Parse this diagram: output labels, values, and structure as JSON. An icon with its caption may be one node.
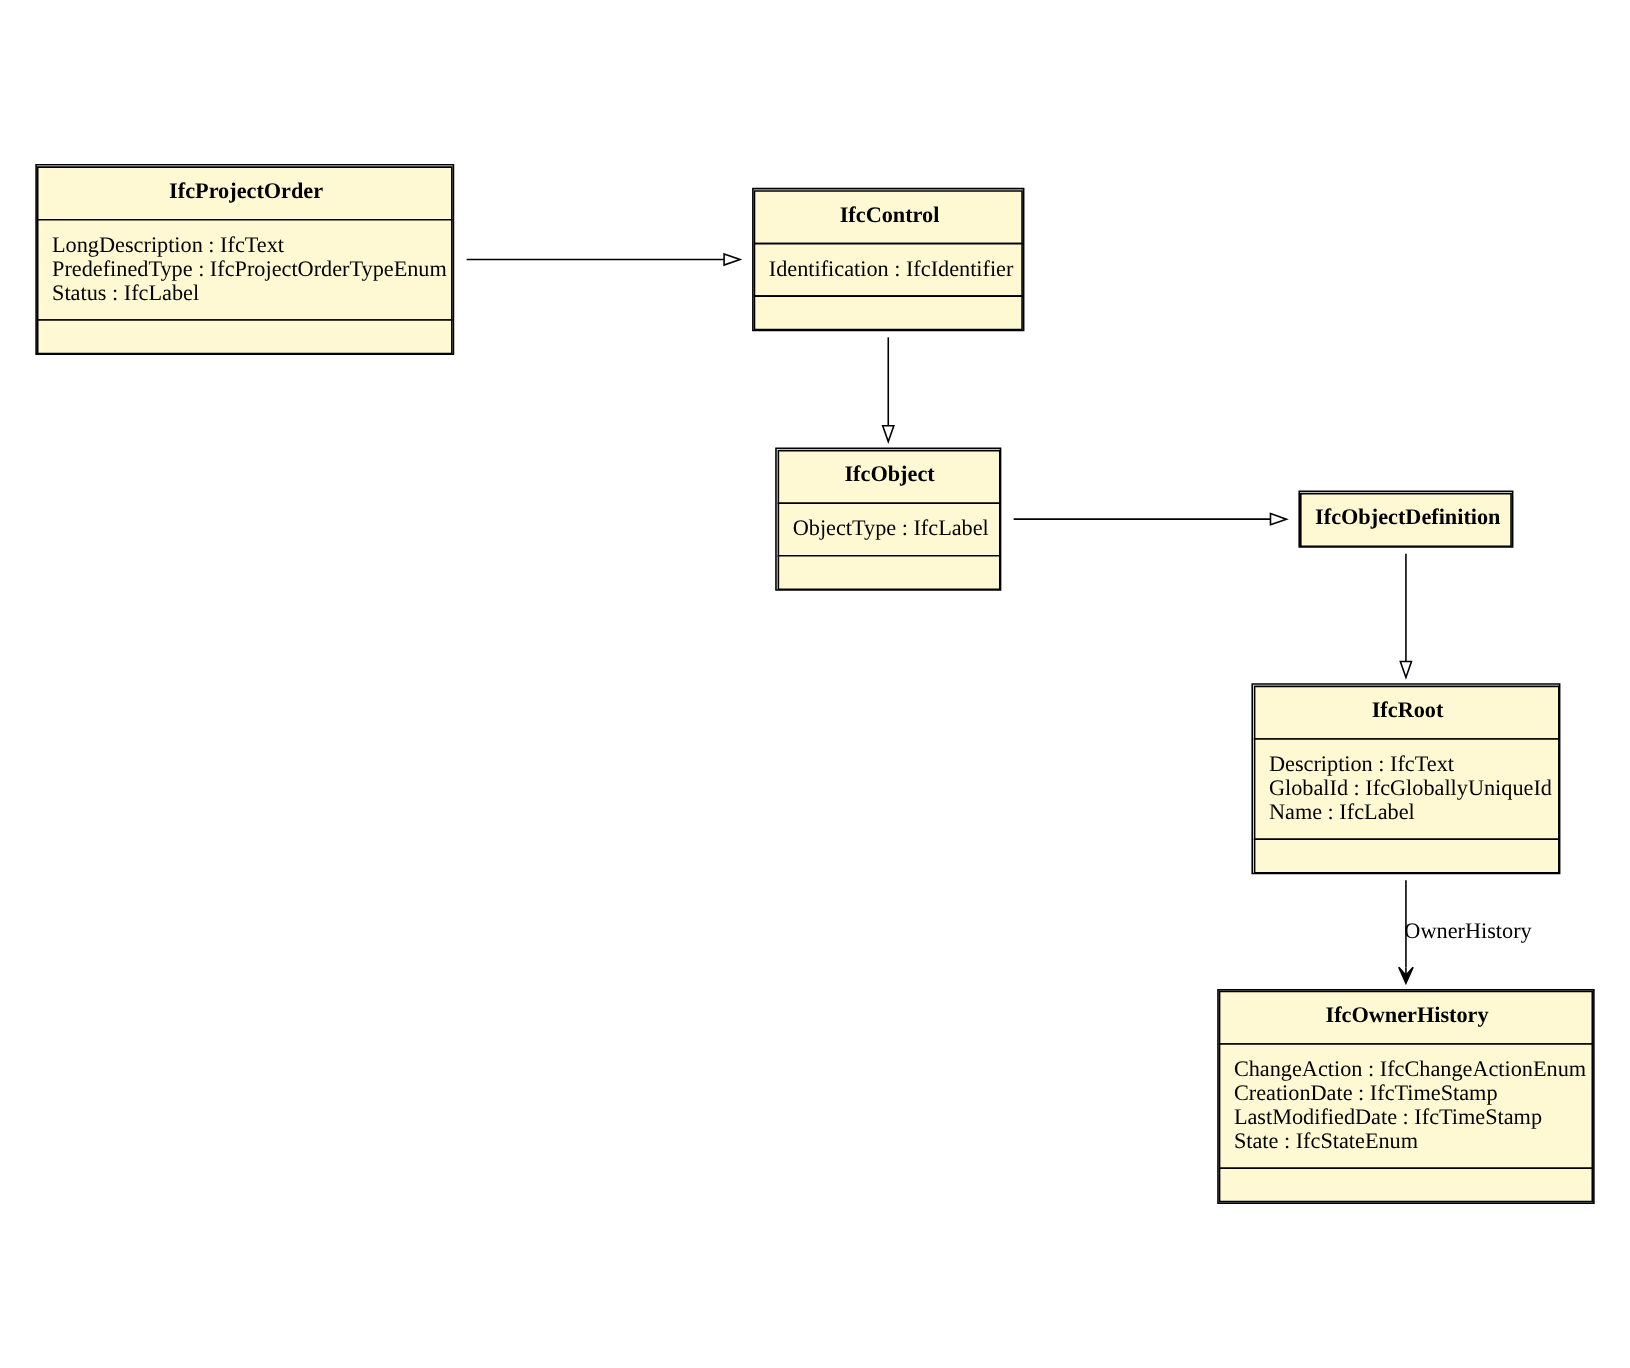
{
  "diagram": {
    "nodes": [
      {
        "text": [
          "IfcProjectOrder",
          "LongDescription : IfcText",
          "PredefinedType : IfcProjectOrderTypeEnum",
          "Status : IfcLabel"
        ]
      },
      {
        "text": [
          "IfcControl",
          "Identification : IfcIdentifier"
        ]
      },
      {
        "text": [
          "IfcObject",
          "ObjectType : IfcLabel"
        ]
      },
      {
        "text": [
          "IfcObjectDefinition"
        ]
      },
      {
        "text": [
          "IfcRoot",
          "Description : IfcText",
          "GlobalId : IfcGloballyUniqueId",
          "Name : IfcLabel"
        ]
      },
      {
        "text": [
          "IfcOwnerHistory",
          "ChangeAction : IfcChangeActionEnum",
          "CreationDate : IfcTimeStamp",
          "LastModifiedDate : IfcTimeStamp",
          "State : IfcStateEnum"
        ]
      }
    ],
    "edges": [
      {
        "from": 0,
        "to": 1,
        "arrow": "to"
      },
      {
        "from": 1,
        "to": 2,
        "arrow": "to"
      },
      {
        "from": 2,
        "to": 3,
        "arrow": "to"
      },
      {
        "from": 3,
        "to": 4,
        "arrow": "to"
      },
      {
        "from": 4,
        "to": 5,
        "arrow": "to",
        "label": "OwnerHistory"
      }
    ]
  }
}
